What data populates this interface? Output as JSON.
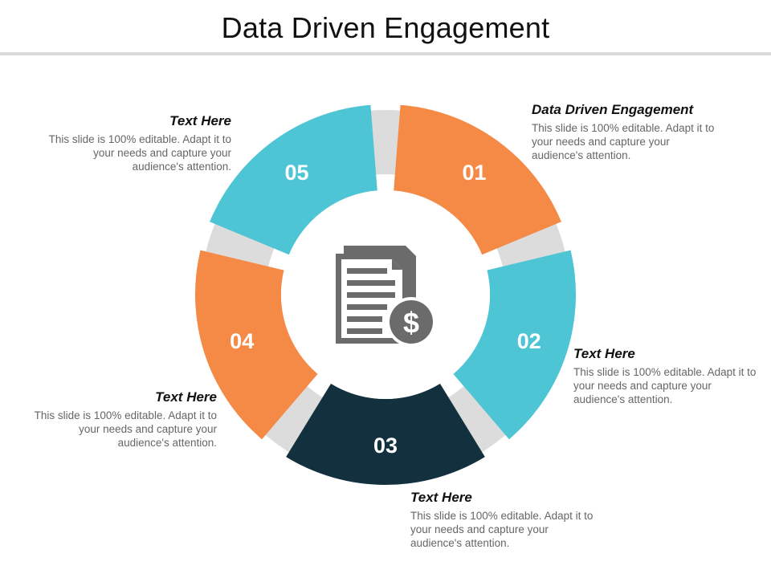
{
  "title": "Data Driven Engagement",
  "colors": {
    "orange": "#f58a47",
    "cyan": "#4ec5d4",
    "navy": "#13303f",
    "gap_gray": "#dcdcdc",
    "icon_gray": "#6b6b6b"
  },
  "center_icon": "document-dollar-icon",
  "segments": [
    {
      "number": "01",
      "color": "#f58a47",
      "heading": "Data Driven Engagement",
      "body": "This slide is 100% editable. Adapt it to your needs and capture your audience's attention."
    },
    {
      "number": "02",
      "color": "#4ec5d4",
      "heading": "Text Here",
      "body": "This slide is 100% editable. Adapt it to your needs and capture your audience's attention."
    },
    {
      "number": "03",
      "color": "#13303f",
      "heading": "Text Here",
      "body": "This slide is 100% editable. Adapt it to your needs and capture your audience's attention."
    },
    {
      "number": "04",
      "color": "#f58a47",
      "heading": "Text Here",
      "body": "This slide is 100% editable. Adapt it to your needs and capture your audience's attention."
    },
    {
      "number": "05",
      "color": "#4ec5d4",
      "heading": "Text Here",
      "body": "This slide is 100% editable. Adapt it to your needs and capture your audience's attention."
    }
  ]
}
